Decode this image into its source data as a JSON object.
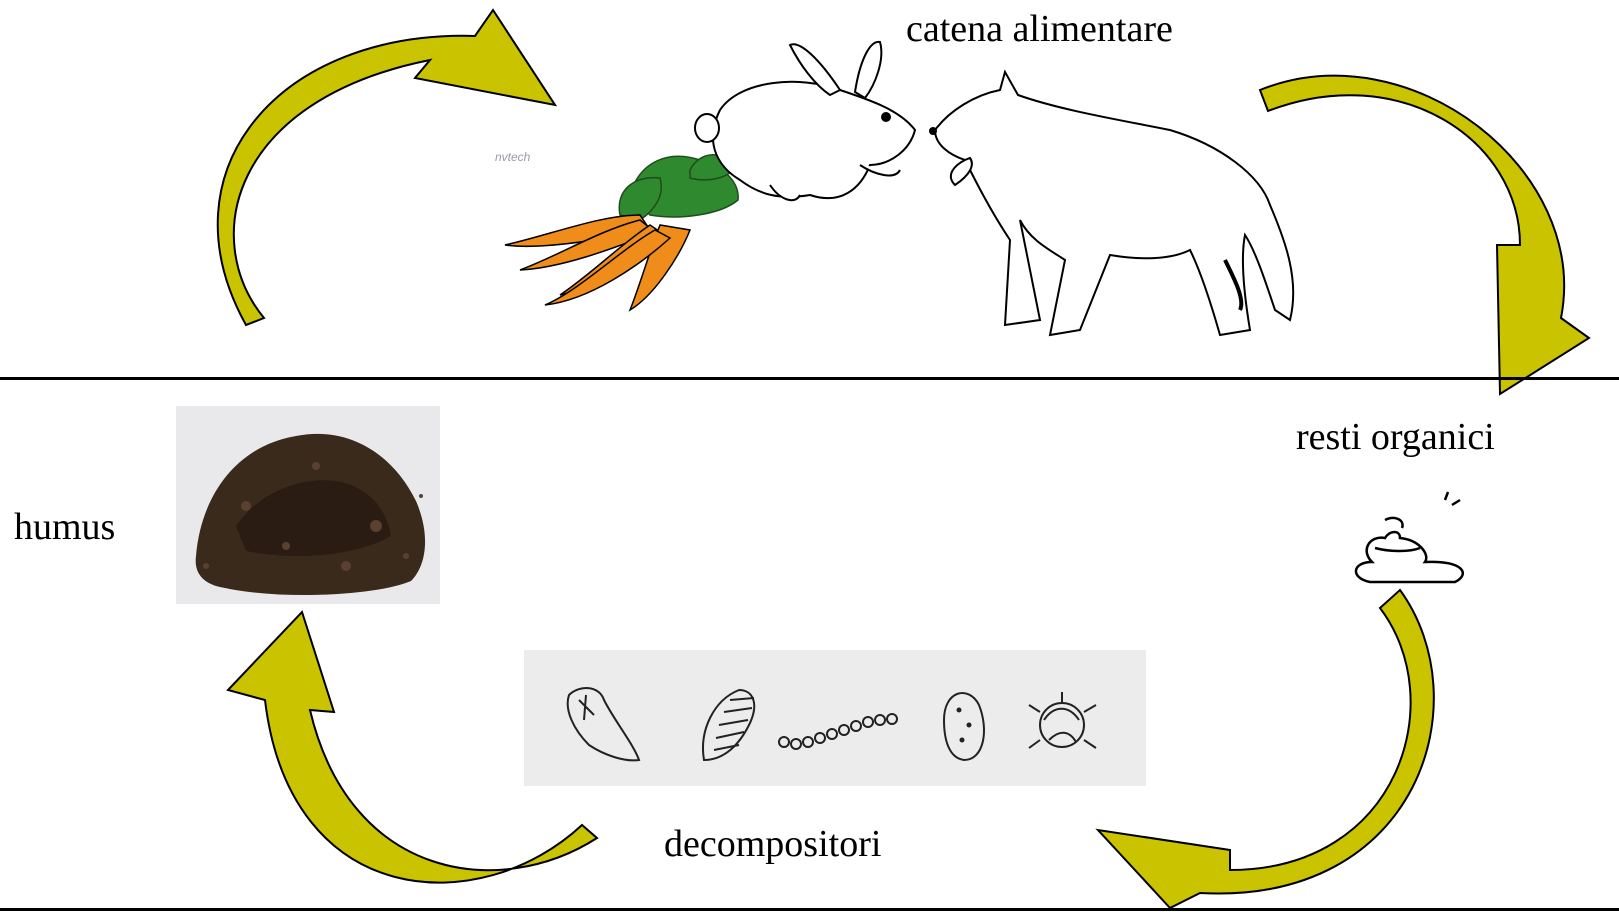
{
  "labels": {
    "food_chain": "catena alimentare",
    "organic_remains": "resti organici",
    "humus": "humus",
    "decomposers": "decompositori"
  },
  "watermark": "nvtech",
  "colors": {
    "arrow_fill": "#c9c300",
    "arrow_stroke": "#000000",
    "carrot": "#f08c1a",
    "carrot_leaves": "#2f8a2f",
    "soil": "#3a2a1c"
  },
  "icons": [
    "carrots-illustration",
    "rabbit-illustration",
    "wolf-illustration",
    "poop-icon",
    "soil-photo",
    "decomposer-organisms-illustration"
  ]
}
